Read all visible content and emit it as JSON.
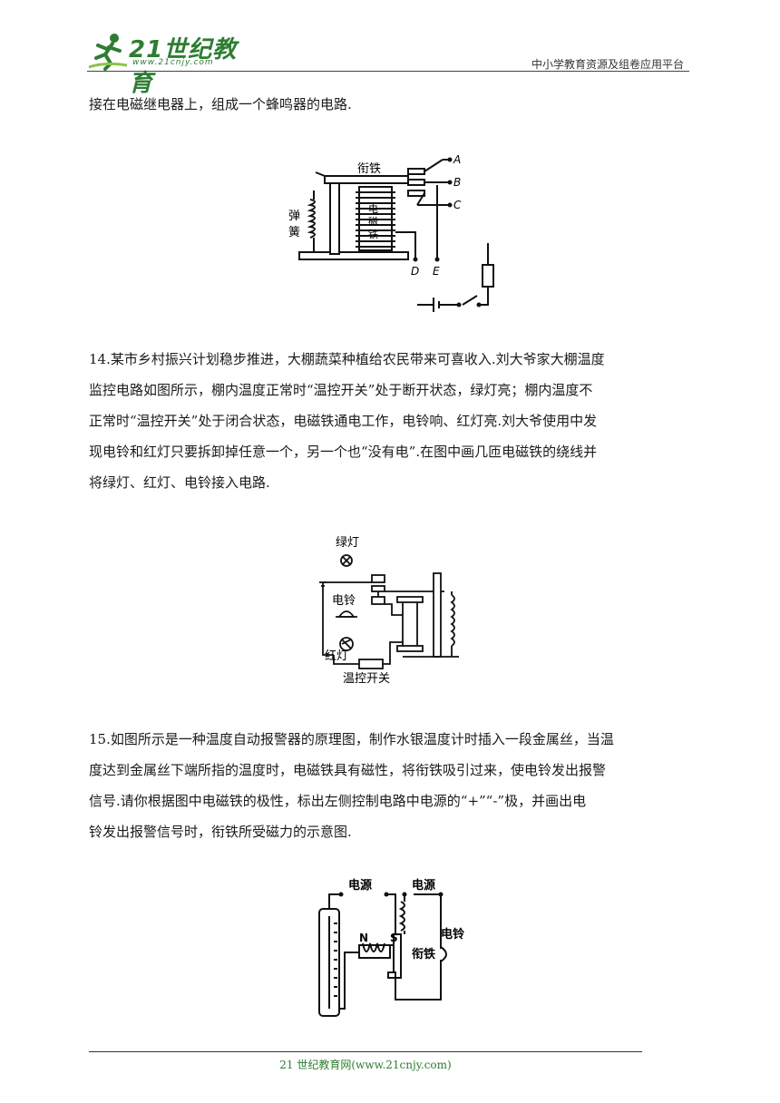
{
  "header": {
    "logo_text": "21世纪教育",
    "logo_url_text": "www.21cnjy.com",
    "right_text": "中小学教育资源及组卷应用平台"
  },
  "intro_line": "接在电磁继电器上，组成一个蜂鸣器的电路.",
  "figure1": {
    "label_armature": "衔铁",
    "label_spring_1": "弹",
    "label_spring_2": "簧",
    "label_core_1": "电",
    "label_core_2": "磁",
    "label_core_3": "铁",
    "terminals": [
      "A",
      "B",
      "C",
      "D",
      "E"
    ]
  },
  "q14": {
    "lines": [
      "14.某市乡村振兴计划稳步推进，大棚蔬菜种植给农民带来可喜收入.刘大爷家大棚温度",
      "监控电路如图所示，棚内温度正常时“温控开关”处于断开状态，绿灯亮；棚内温度不",
      "正常时“温控开关”处于闭合状态，电磁铁通电工作，电铃响、红灯亮.刘大爷使用中发",
      "现电铃和红灯只要拆卸掉任意一个，另一个也“没有电”.在图中画几匝电磁铁的绕线并",
      "将绿灯、红灯、电铃接入电路."
    ]
  },
  "figure2": {
    "label_green": "绿灯",
    "label_bell": "电铃",
    "label_red": "红灯",
    "label_switch": "温控开关"
  },
  "q15": {
    "lines": [
      "15.如图所示是一种温度自动报警器的原理图，制作水银温度计时插入一段金属丝，当温",
      "度达到金属丝下端所指的温度时，电磁铁具有磁性，将衔铁吸引过来，使电铃发出报警",
      "信号.请你根据图中电磁铁的极性，标出左侧控制电路中电源的“+”“-”极，并画出电",
      "铃发出报警信号时，衔铁所受磁力的示意图."
    ]
  },
  "figure3": {
    "label_power_left": "电源",
    "label_power_right": "电源",
    "label_bell": "电铃",
    "label_armature": "衔铁",
    "label_n": "N",
    "label_s": "S"
  },
  "footer": {
    "text": "21 世纪教育网(www.21cnjy.com)"
  }
}
